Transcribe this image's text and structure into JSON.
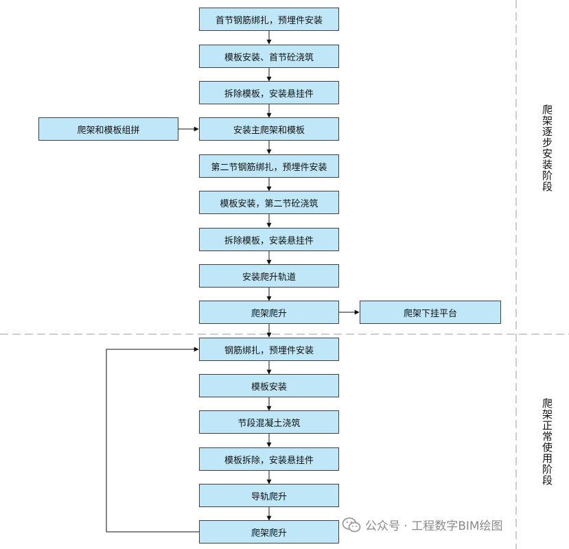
{
  "nodes": {
    "n1": "首节钢筋绑扎，预埋件安装",
    "n2": "模板安装、首节砼浇筑",
    "n3": "拆除模板，安装悬挂件",
    "n4": "安装主爬架和模板",
    "n5": "第二节钢筋绑扎，预埋件安装",
    "n6": "模板安装，第二节砼浇筑",
    "n7": "拆除模板，安装悬挂件",
    "n8": "安装爬升轨道",
    "n9": "爬架爬升",
    "n10": "钢筋绑扎，预埋件安装",
    "n11": "模板安装",
    "n12": "节段混凝土浇筑",
    "n13": "模板拆除，安装悬挂件",
    "n14": "导轨爬升",
    "n15": "爬架爬升",
    "side_left": "爬架和模板组拼",
    "side_right": "爬架下挂平台"
  },
  "phases": {
    "phase1": "爬架逐步安装阶段",
    "phase2": "爬架正常使用阶段"
  },
  "watermark": {
    "text": "公众号 · 工程数字BIM绘图",
    "icon": "wechat-icon"
  },
  "colors": {
    "node_fill": "#bfe7f7",
    "node_border": "#3f3f3f",
    "edge": "#111111",
    "separator": "#bdbdbd"
  }
}
